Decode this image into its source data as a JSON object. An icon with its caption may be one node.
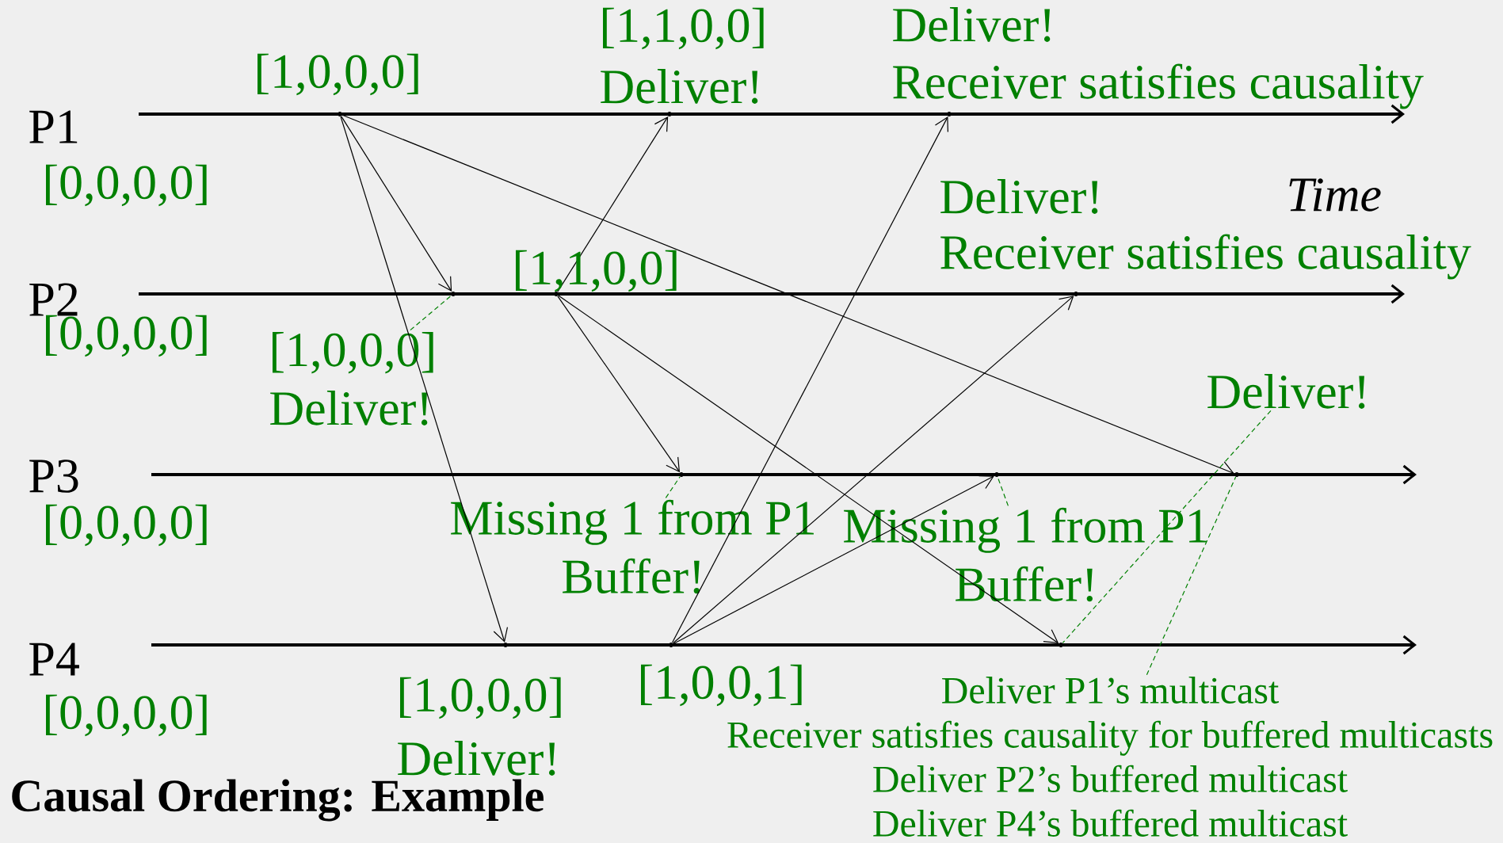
{
  "diagram": {
    "title": "Causal Ordering: Example",
    "nodes": [
      {
        "text": [],
        "shape": "point",
        "beside": [
          "[1,0,0,0]"
        ]
      },
      {
        "text": [],
        "shape": "point"
      },
      {
        "text": [],
        "shape": "point",
        "beside": [
          "[1,0,0,0]",
          "Deliver!"
        ]
      },
      {
        "text": [],
        "shape": "point",
        "beside": [
          "[1,1,0,0]"
        ]
      },
      {
        "text": [],
        "shape": "point",
        "beside": [
          "[1,1,0,0]",
          "Deliver!"
        ]
      },
      {
        "text": [],
        "shape": "point",
        "beside": [
          "[1,0,0,1]"
        ]
      },
      {
        "text": [],
        "shape": "point"
      },
      {
        "text": [],
        "shape": "point",
        "beside": [
          "Deliver!",
          "Receiver satisfies causality"
        ]
      },
      {
        "text": [],
        "shape": "point"
      },
      {
        "text": [],
        "shape": "point"
      },
      {
        "text": [],
        "shape": "point",
        "beside": [
          "Deliver!",
          "Receiver satisfies causality"
        ]
      },
      {
        "text": [],
        "shape": "point"
      },
      {
        "text": [
          "[1,0,0,0]",
          "Deliver!"
        ]
      },
      {
        "text": [
          "Missing 1 from P1",
          "Buffer!"
        ]
      },
      {
        "text": [
          "Missing 1 from P1",
          "Buffer!"
        ]
      },
      {
        "text": [
          "Deliver!"
        ]
      },
      {
        "text": [
          "Deliver P1’s multicast",
          "Receiver satisfies causality for buffered multicasts",
          "Deliver P2’s buffered multicast",
          "Deliver P4’s buffered multicast"
        ]
      }
    ],
    "edges": [
      {
        "from": 0,
        "to": 1,
        "arrow": "to"
      },
      {
        "from": 0,
        "to": 2,
        "arrow": "to"
      },
      {
        "from": 0,
        "to": 11,
        "arrow": "to"
      },
      {
        "from": 3,
        "to": 4,
        "arrow": "to"
      },
      {
        "from": 3,
        "to": 6,
        "arrow": "to"
      },
      {
        "from": 3,
        "to": 9,
        "arrow": "to"
      },
      {
        "from": 5,
        "to": 7,
        "arrow": "to"
      },
      {
        "from": 5,
        "to": 10,
        "arrow": "to"
      },
      {
        "from": 5,
        "to": 8,
        "arrow": "to"
      },
      {
        "from": 12,
        "to": 1,
        "arrow": "none",
        "style": "dashed",
        "color": "#008000"
      },
      {
        "from": 13,
        "to": 6,
        "arrow": "none",
        "style": "dashed",
        "color": "#008000"
      },
      {
        "from": 14,
        "to": 8,
        "arrow": "none",
        "style": "dashed",
        "color": "#008000"
      },
      {
        "from": 15,
        "to": 9,
        "arrow": "none",
        "style": "dashed",
        "color": "#008000"
      },
      {
        "from": 16,
        "to": 11,
        "arrow": "none",
        "style": "dashed",
        "color": "#008000"
      }
    ],
    "labels": [
      "P1",
      "[0,0,0,0]",
      "Time",
      "P2",
      "[0,0,0,0]",
      "P3",
      "[0,0,0,0]",
      "P4",
      "[0,0,0,0]"
    ]
  }
}
